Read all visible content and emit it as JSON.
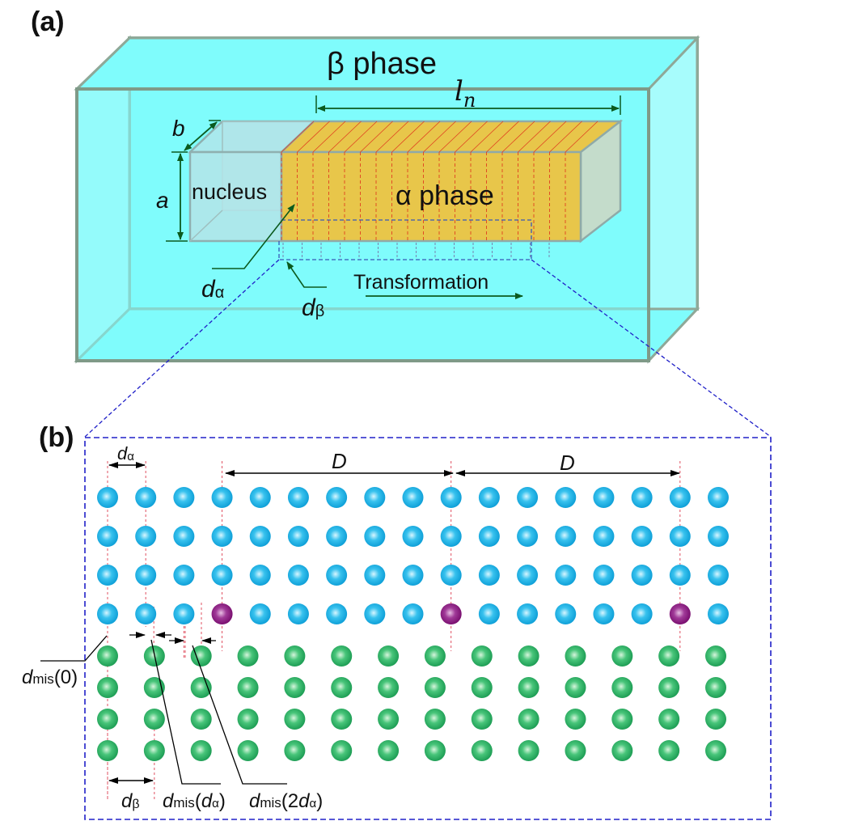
{
  "panel_a": {
    "label": "(a)",
    "beta_phase_label": "β phase",
    "alpha_phase_label": "α phase",
    "nucleus_label": "nucleus",
    "dim_a": "a",
    "dim_b": "b",
    "length_label_main": "l",
    "length_label_sub": "n",
    "d_alpha_main": "d",
    "d_alpha_sub": "α",
    "d_beta_main": "d",
    "d_beta_sub": "β",
    "transformation_label": "Transformation"
  },
  "panel_b": {
    "label": "(b)",
    "d_alpha_main": "d",
    "d_alpha_sub": "α",
    "D_label_1": "D",
    "D_label_2": "D",
    "d_beta_main": "d",
    "d_beta_sub": "β",
    "dmis0": {
      "main": "d",
      "sub": "mis",
      "arg": "(0)"
    },
    "dmis1": {
      "main": "d",
      "sub": "mis",
      "arg_open": "(",
      "arg_main": "d",
      "arg_sub": "α",
      "arg_close": ")"
    },
    "dmis2": {
      "main": "d",
      "sub": "mis",
      "arg_open": "(2",
      "arg_main": "d",
      "arg_sub": "α",
      "arg_close": ")"
    },
    "alpha_lattice": {
      "rows": 4,
      "columns": 17,
      "coincidence_columns": [
        4,
        10,
        16
      ],
      "coincidence_row": 4
    },
    "beta_lattice": {
      "rows": 4,
      "columns": 14
    }
  },
  "colors": {
    "beta_phase": "#7ffcfc",
    "alpha_phase": "#e8c64a",
    "nucleus": "#b4e4e8",
    "alpha_atom": "#1ab0e0",
    "beta_atom": "#2db866",
    "coincidence_atom": "#8a1a80",
    "dashed_box": "#2020c8",
    "dim_arrow": "#0b5a1e"
  }
}
